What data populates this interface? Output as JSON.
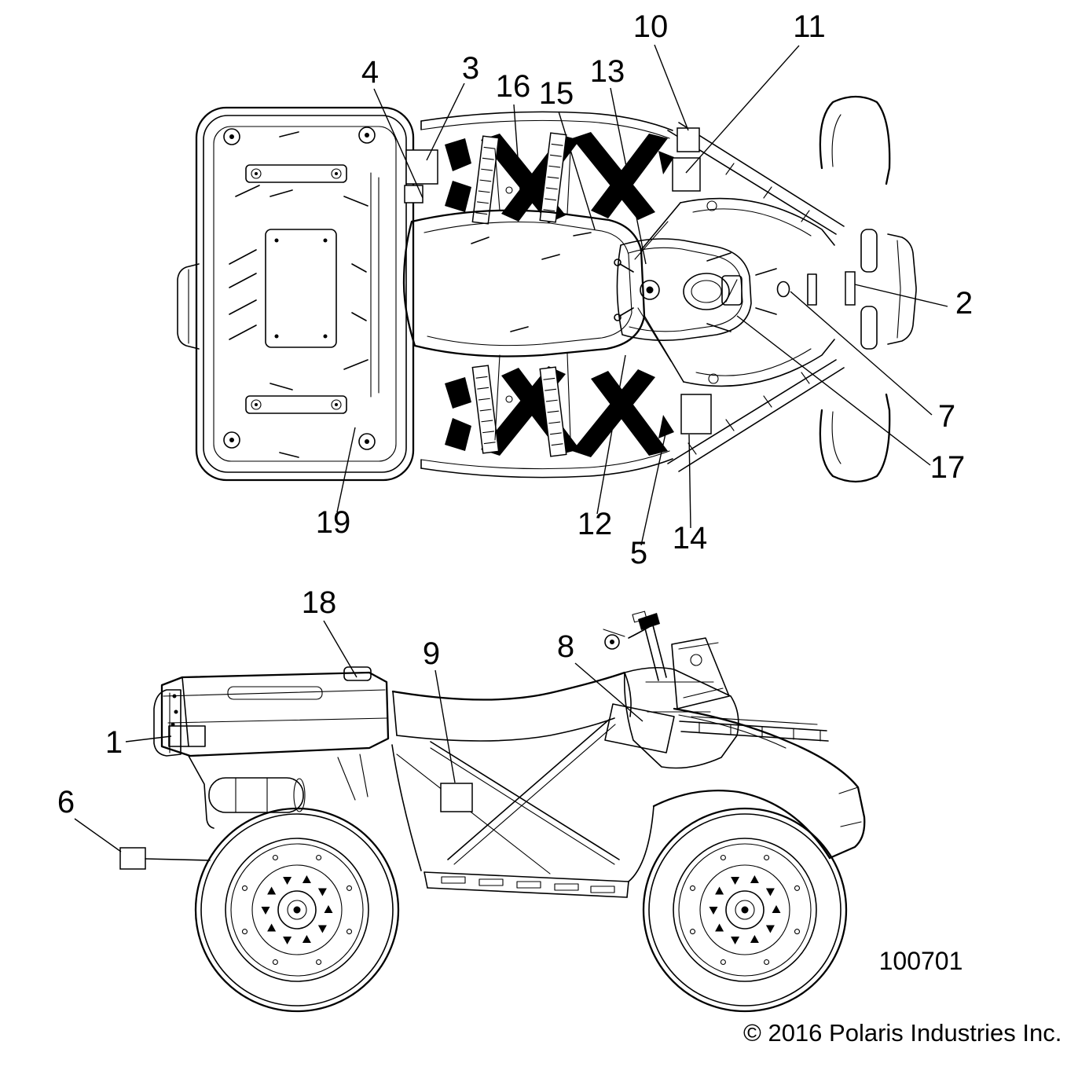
{
  "figure_number": "100701",
  "copyright": "© 2016 Polaris Industries Inc.",
  "callouts": [
    {
      "label": "1"
    },
    {
      "label": "2"
    },
    {
      "label": "3"
    },
    {
      "label": "4"
    },
    {
      "label": "5"
    },
    {
      "label": "6"
    },
    {
      "label": "7"
    },
    {
      "label": "8"
    },
    {
      "label": "9"
    },
    {
      "label": "10"
    },
    {
      "label": "11"
    },
    {
      "label": "12"
    },
    {
      "label": "13"
    },
    {
      "label": "14"
    },
    {
      "label": "15"
    },
    {
      "label": "16"
    },
    {
      "label": "17"
    },
    {
      "label": "18"
    },
    {
      "label": "19"
    }
  ]
}
